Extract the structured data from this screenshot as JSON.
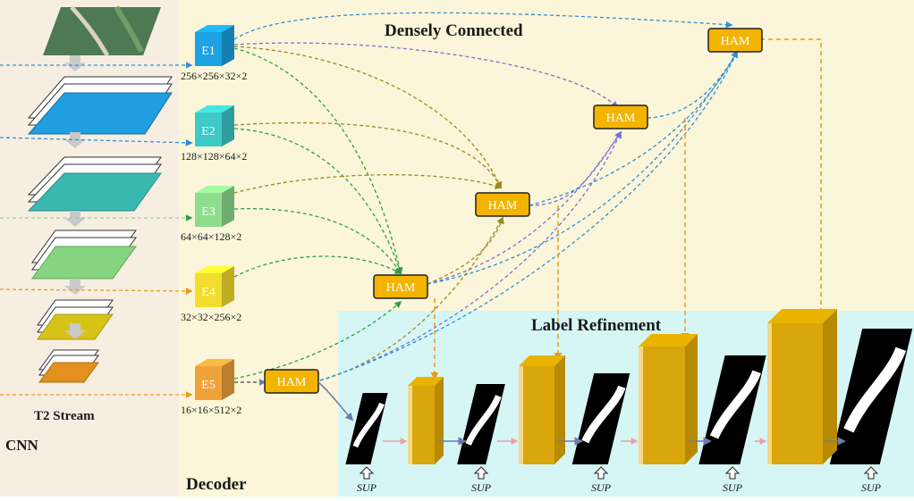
{
  "title": "Densely Connected",
  "regions": {
    "cnn": "CNN",
    "stream": "T2 Stream",
    "decoder": "Decoder",
    "refinement": "Label Refinement"
  },
  "encoders": [
    {
      "label": "E1",
      "dims": "256×256×32×2",
      "color": "#1ba3e4"
    },
    {
      "label": "E2",
      "dims": "128×128×64×2",
      "color": "#3ec9c9"
    },
    {
      "label": "E3",
      "dims": "64×64×128×2",
      "color": "#8edc8e"
    },
    {
      "label": "E4",
      "dims": "32×32×256×2",
      "color": "#f2dd2e"
    },
    {
      "label": "E5",
      "dims": "16×16×512×2",
      "color": "#f0a23a"
    }
  ],
  "ham_label": "HAM",
  "sup_label": "SUP",
  "colors": {
    "cnn_bg": "#f7eee2",
    "decoder_bg": "#fbf6d9",
    "refine_bg": "#d6f6f6",
    "ham_fill": "#f3b400",
    "ham_stroke": "#1f1f1f"
  }
}
